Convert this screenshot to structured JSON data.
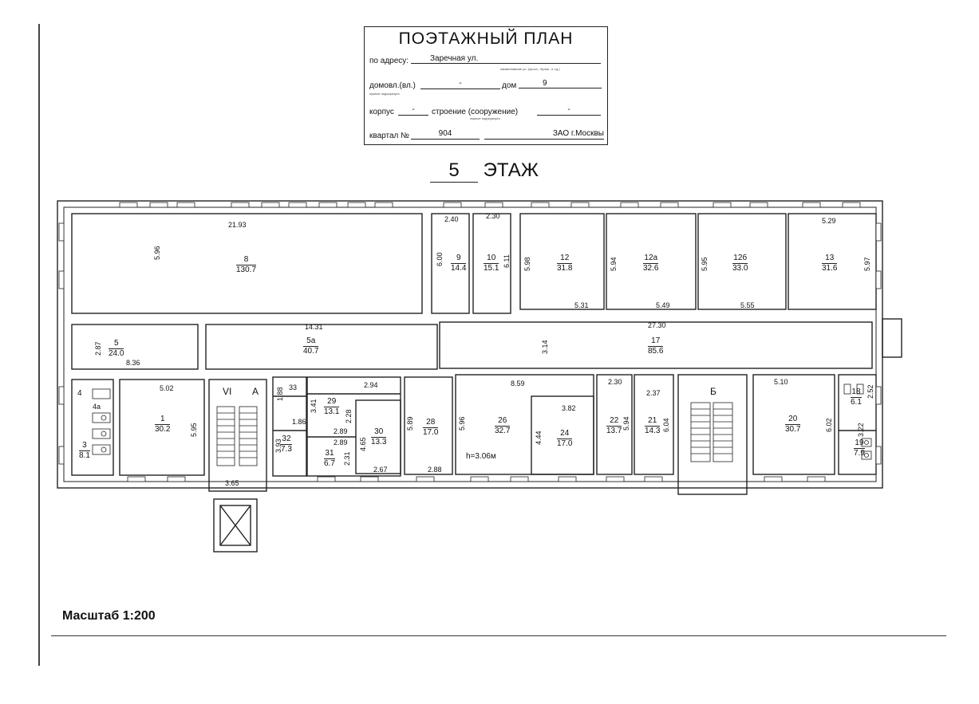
{
  "stamp": {
    "title": "ПОЭТАЖНЫЙ ПЛАН",
    "address_label": "по адресу:",
    "address_value": "Заречная ул.",
    "address_hint": "наименование ул. (просп., бульв., и т.д.)",
    "domovl_label": "домовл.(вл.)",
    "domovl_value": "-",
    "dom_label": "дом",
    "dom_value": "9",
    "domovl_hint": "нужное подчеркнуть",
    "korpus_label": "корпус",
    "korpus_value": "-",
    "stroenie_label": "строение (сооружение)",
    "stroenie_value": "-",
    "stroenie_hint": "нужное подчеркнуть",
    "kvartal_label": "квартал №",
    "kvartal_value": "904",
    "okrug_value": "ЗАО г.Москвы"
  },
  "floor": {
    "number": "5",
    "label": "ЭТАЖ"
  },
  "scale": "Масштаб 1:200",
  "rooms": [
    {
      "id": "8",
      "area": "130.7"
    },
    {
      "id": "9",
      "area": "14.4"
    },
    {
      "id": "10",
      "area": "15.1"
    },
    {
      "id": "12",
      "area": "31.8"
    },
    {
      "id": "12а",
      "area": "32.6"
    },
    {
      "id": "12б",
      "area": "33.0"
    },
    {
      "id": "13",
      "area": "31.6"
    },
    {
      "id": "5",
      "area": "24.0"
    },
    {
      "id": "5а",
      "area": "40.7"
    },
    {
      "id": "17",
      "area": "85.6"
    },
    {
      "id": "1",
      "area": "30.2"
    },
    {
      "id": "3",
      "area": "8.1"
    },
    {
      "id": "29",
      "area": "13.1"
    },
    {
      "id": "30",
      "area": "13.3"
    },
    {
      "id": "32",
      "area": "7.3"
    },
    {
      "id": "31",
      "area": "6.7"
    },
    {
      "id": "28",
      "area": "17.0"
    },
    {
      "id": "26",
      "area": "32.7"
    },
    {
      "id": "24",
      "area": "17.0"
    },
    {
      "id": "22",
      "area": "13.7"
    },
    {
      "id": "21",
      "area": "14.3"
    },
    {
      "id": "20",
      "area": "30.7"
    },
    {
      "id": "18",
      "area": "6.1"
    },
    {
      "id": "19",
      "area": "7.9"
    }
  ],
  "labels": {
    "room4": "4",
    "room4a": "4а",
    "room33": "33",
    "stair_vi": "VI",
    "stair_a": "А",
    "stair_b": "Б",
    "ceiling": "h=3.06м"
  },
  "dims": {
    "d_21_93": "21.93",
    "d_5_96": "5.96",
    "d_2_40": "2.40",
    "d_2_30a": "2.30",
    "d_6_00": "6.00",
    "d_6_11": "6.11",
    "d_5_98": "5.98",
    "d_5_94": "5.94",
    "d_5_95b": "5.95",
    "d_5_29": "5.29",
    "d_5_97": "5.97",
    "d_5_31": "5.31",
    "d_5_49": "5.49",
    "d_5_55": "5.55",
    "d_14_31": "14.31",
    "d_27_30": "27.30",
    "d_2_87": "2.87",
    "d_3_14": "3.14",
    "d_8_36": "8.36",
    "d_5_02": "5.02",
    "d_5_95": "5.95",
    "d_1_88": "1.88",
    "d_3_41": "3.41",
    "d_2_94": "2.94",
    "d_2_28": "2.28",
    "d_1_86": "1.86",
    "d_2_89a": "2.89",
    "d_2_89b": "2.89",
    "d_3_93": "3.93",
    "d_4_65": "4.65",
    "d_2_31": "2.31",
    "d_2_67": "2.67",
    "d_5_89": "5.89",
    "d_2_88": "2.88",
    "d_8_59": "8.59",
    "d_5_96b": "5.96",
    "d_3_82": "3.82",
    "d_4_44": "4.44",
    "d_2_30b": "2.30",
    "d_5_94b": "5.94",
    "d_2_37": "2.37",
    "d_6_04": "6.04",
    "d_5_10": "5.10",
    "d_6_02": "6.02",
    "d_2_52": "2.52",
    "d_3_22": "3.22",
    "d_3_65": "3.65"
  }
}
